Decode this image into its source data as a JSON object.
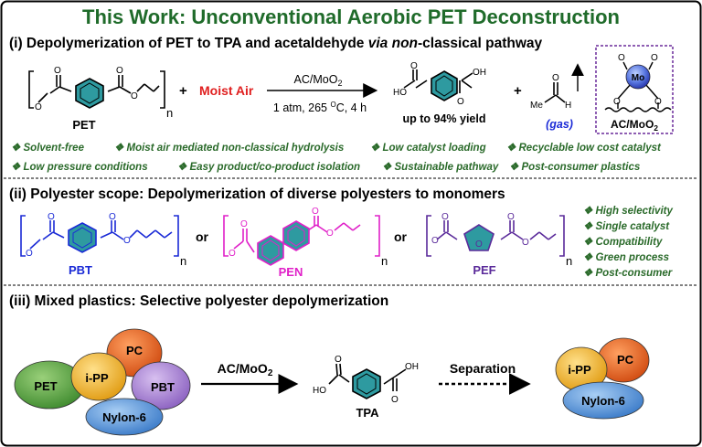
{
  "title": "This Work: Unconventional Aerobic PET Deconstruction",
  "section1": {
    "heading_pre": "(i) Depolymerization of PET to TPA and acetaldehyde ",
    "heading_via": "via",
    "heading_mid": " ",
    "heading_non": "non",
    "heading_post": "-classical pathway",
    "pet_label": "PET",
    "n": "n",
    "plus": "+",
    "reagent": "Moist Air",
    "cond_top_1": "AC/MoO",
    "cond_top_sub": "2",
    "cond_bottom_1": "1 atm, 265 ",
    "cond_bottom_sup": "O",
    "cond_bottom_2": "C, 4 h",
    "yield": "up to 94% yield",
    "gas": "(gas)",
    "catalyst_label_1": "AC/MoO",
    "catalyst_label_sub": "2",
    "mo": "Mo",
    "o": "O",
    "oh": "OH",
    "ho": "HO",
    "h": "H",
    "me": "Me",
    "features_row1": [
      "❖ Solvent-free",
      "❖ Moist air mediated non-classical hydrolysis",
      "❖ Low catalyst loading",
      "❖ Recyclable low cost catalyst"
    ],
    "features_row2": [
      "❖ Low pressure conditions",
      "❖ Easy product/co-product isolation",
      "❖ Sustainable pathway",
      "❖ Post-consumer plastics"
    ]
  },
  "section2": {
    "heading": "(ii) Polyester scope: Depolymerization of diverse polyesters to monomers",
    "pbt": "PBT",
    "pen": "PEN",
    "pef": "PEF",
    "or": "or",
    "n": "n",
    "o": "O",
    "features": [
      "❖ High selectivity",
      "❖ Single catalyst",
      "❖ Compatibility",
      "❖ Green process",
      "❖ Post-consumer"
    ]
  },
  "section3": {
    "heading": "(iii) Mixed plastics: Selective polyester depolymerization",
    "blobs_left": [
      "PET",
      "i-PP",
      "PC",
      "PBT",
      "Nylon-6"
    ],
    "arrow_label_1": "AC/MoO",
    "arrow_label_sub": "2",
    "tpa": "TPA",
    "oh": "OH",
    "ho": "HO",
    "o": "O",
    "separation": "Separation",
    "blobs_right": [
      "i-PP",
      "PC",
      "Nylon-6"
    ]
  },
  "colors": {
    "title_green": "#1f6b2a",
    "teal": "#2e9aa0",
    "red": "#e02020",
    "blue": "#1a2ad6",
    "magenta": "#e020c8",
    "purple": "#5a2a9a",
    "feature_green": "#2a6a2a",
    "pet_blob": "#5fb04a",
    "ipp_blob": "#f0b030",
    "pc_blob": "#e8682a",
    "pbt_blob": "#b08ad8",
    "nylon_blob": "#5a9ad8"
  }
}
